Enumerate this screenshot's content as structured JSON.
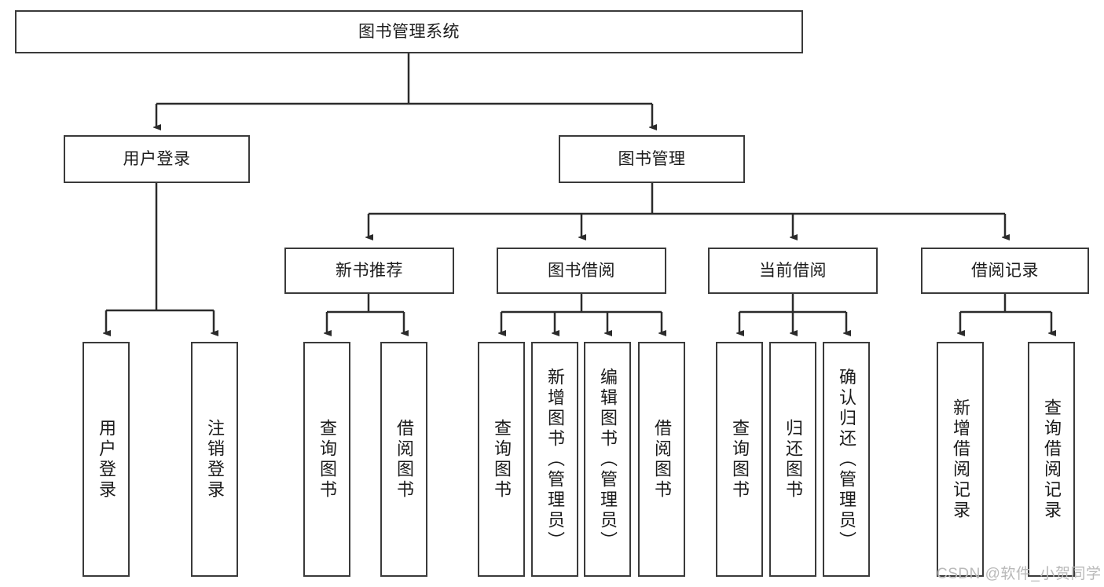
{
  "diagram": {
    "title": "图书管理系统",
    "type": "tree-hierarchy-diagram",
    "colors": {
      "box_border": "#3a3a3a",
      "box_fill": "#ffffff",
      "line": "#2b2b2b",
      "text": "#1b1b1b",
      "watermark": "#b9b9b9",
      "background": "#ffffff"
    },
    "root": {
      "label": "图书管理系统"
    },
    "level2": [
      {
        "label": "用户登录"
      },
      {
        "label": "图书管理"
      }
    ],
    "level3": [
      {
        "label": "新书推荐"
      },
      {
        "label": "图书借阅"
      },
      {
        "label": "当前借阅"
      },
      {
        "label": "借阅记录"
      }
    ],
    "leaves": {
      "user_login": [
        {
          "label": "用户登录"
        },
        {
          "label": "注销登录"
        }
      ],
      "new_book_recommend": [
        {
          "label": "查询图书"
        },
        {
          "label": "借阅图书"
        }
      ],
      "book_borrow": [
        {
          "label": "查询图书"
        },
        {
          "label": "新增图书（管理员）"
        },
        {
          "label": "编辑图书（管理员）"
        },
        {
          "label": "借阅图书"
        }
      ],
      "current_borrow": [
        {
          "label": "查询图书"
        },
        {
          "label": "归还图书"
        },
        {
          "label": "确认归还（管理员）"
        }
      ],
      "borrow_record": [
        {
          "label": "新增借阅记录"
        },
        {
          "label": "查询借阅记录"
        }
      ]
    },
    "watermark": "CSDN @软件_小贺同学"
  }
}
